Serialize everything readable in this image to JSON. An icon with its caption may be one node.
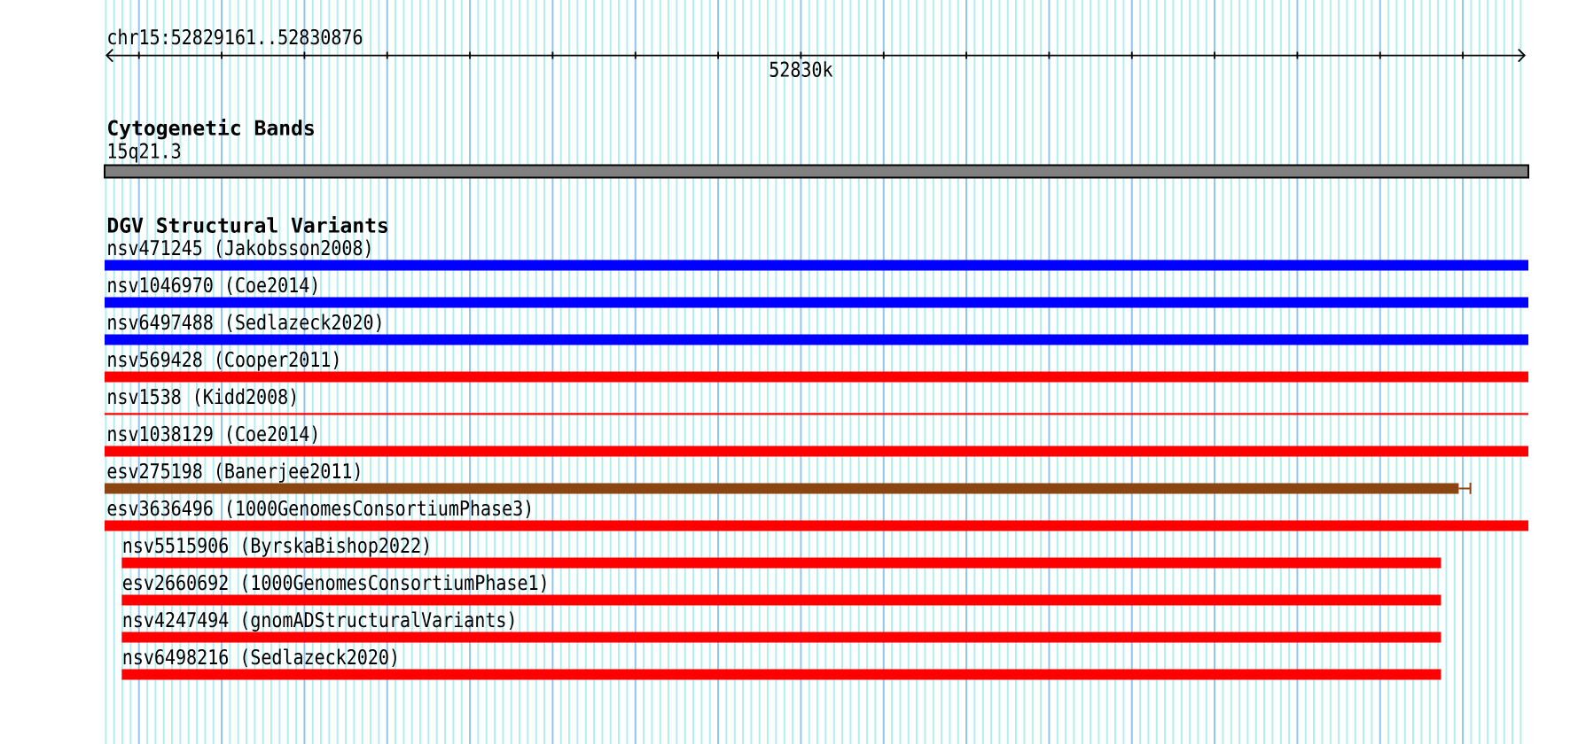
{
  "diagram": {
    "nodes": [
      {
        "text": [
          "15q21.3"
        ]
      },
      {
        "text": [
          "nsv471245 (Jakobsson2008)"
        ]
      },
      {
        "text": [
          "nsv1046970 (Coe2014)"
        ]
      },
      {
        "text": [
          "nsv6497488 (Sedlazeck2020)"
        ]
      },
      {
        "text": [
          "nsv569428 (Cooper2011)"
        ]
      },
      {
        "text": [
          "nsv1538 (Kidd2008)"
        ]
      },
      {
        "text": [
          "nsv1038129 (Coe2014)"
        ]
      },
      {
        "text": [
          "esv275198 (Banerjee2011)"
        ]
      },
      {
        "text": [
          "esv3636496 (1000GenomesConsortiumPhase3)"
        ]
      },
      {
        "text": [
          "nsv5515906 (ByrskaBishop2022)"
        ]
      },
      {
        "text": [
          "esv2660692 (1000GenomesConsortiumPhase1)"
        ]
      },
      {
        "text": [
          "nsv4247494 (gnomADStructuralVariants)"
        ]
      },
      {
        "text": [
          "nsv6498216 (Sedlazeck2020)"
        ]
      }
    ],
    "labels": [
      "chr15:52829161..52830876",
      "52830k",
      "Cytogenetic Bands",
      "DGV Structural Variants"
    ]
  }
}
